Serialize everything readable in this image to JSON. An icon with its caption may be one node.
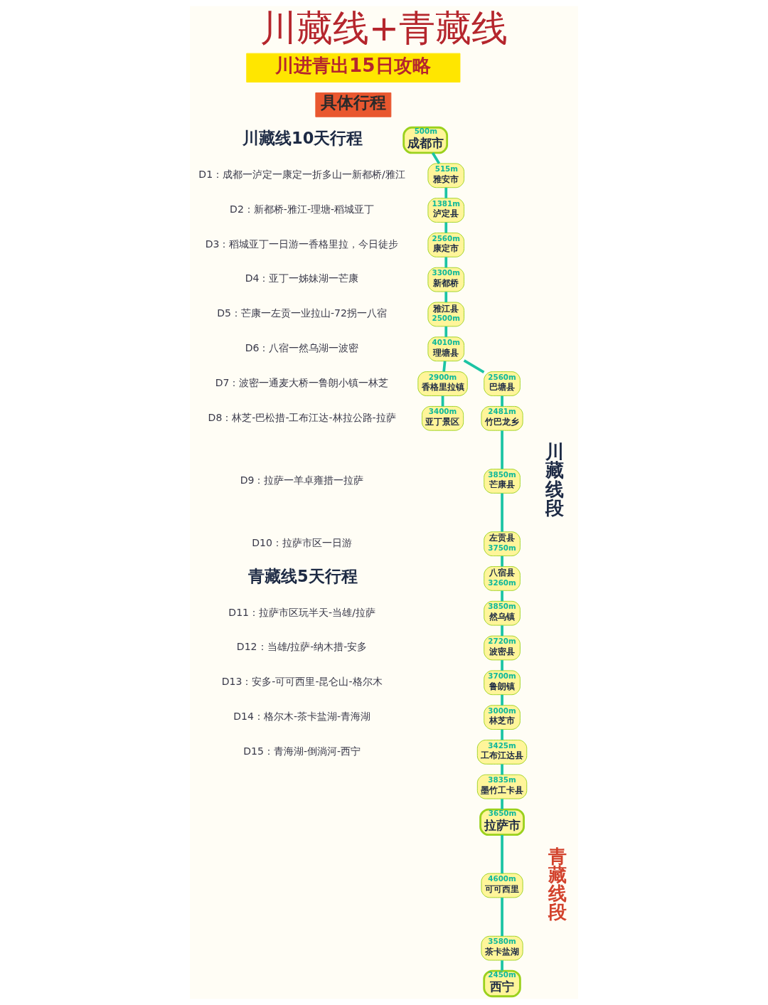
{
  "diagram": {
    "title": "川藏线+青藏线",
    "nodes": [
      {
        "text": [
          "500m",
          "成都市"
        ]
      },
      {
        "text": [
          "515m",
          "雅安市"
        ]
      },
      {
        "text": [
          "1381m",
          "泸定县"
        ]
      },
      {
        "text": [
          "2560m",
          "康定市"
        ]
      },
      {
        "text": [
          "3300m",
          "新都桥"
        ]
      },
      {
        "text": [
          "雅江县",
          "2500m"
        ]
      },
      {
        "text": [
          "4010m",
          "理塘县"
        ]
      },
      {
        "text": [
          "2900m",
          "香格里拉镇"
        ]
      },
      {
        "text": [
          "3400m",
          "亚丁景区"
        ]
      },
      {
        "text": [
          "2560m",
          "巴塘县"
        ]
      },
      {
        "text": [
          "2481m",
          "竹巴龙乡"
        ]
      },
      {
        "text": [
          "3850m",
          "芒康县"
        ]
      },
      {
        "text": [
          "左贡县",
          "3750m"
        ]
      },
      {
        "text": [
          "八宿县",
          "3260m"
        ]
      },
      {
        "text": [
          "3850m",
          "然乌镇"
        ]
      },
      {
        "text": [
          "2720m",
          "波密县"
        ]
      },
      {
        "text": [
          "3700m",
          "鲁朗镇"
        ]
      },
      {
        "text": [
          "3000m",
          "林芝市"
        ]
      },
      {
        "text": [
          "3425m",
          "工布江达县"
        ]
      },
      {
        "text": [
          "3835m",
          "墨竹工卡县"
        ]
      },
      {
        "text": [
          "3650m",
          "拉萨市"
        ]
      },
      {
        "text": [
          "4600m",
          "可可西里"
        ]
      },
      {
        "text": [
          "3580m",
          "茶卡盐湖"
        ]
      },
      {
        "text": [
          "2450m",
          "西宁"
        ]
      }
    ],
    "edges": [
      {
        "from": 0,
        "to": 1,
        "arrow": "none"
      },
      {
        "from": 1,
        "to": 2,
        "arrow": "none"
      },
      {
        "from": 2,
        "to": 3,
        "arrow": "none"
      },
      {
        "from": 3,
        "to": 4,
        "arrow": "none"
      },
      {
        "from": 4,
        "to": 5,
        "arrow": "none"
      },
      {
        "from": 5,
        "to": 6,
        "arrow": "none"
      },
      {
        "from": 6,
        "to": 7,
        "arrow": "none"
      },
      {
        "from": 7,
        "to": 8,
        "arrow": "none"
      },
      {
        "from": 6,
        "to": 9,
        "arrow": "none"
      },
      {
        "from": 9,
        "to": 10,
        "arrow": "none"
      },
      {
        "from": 10,
        "to": 11,
        "arrow": "none"
      },
      {
        "from": 11,
        "to": 12,
        "arrow": "none"
      },
      {
        "from": 12,
        "to": 13,
        "arrow": "none"
      },
      {
        "from": 13,
        "to": 14,
        "arrow": "none"
      },
      {
        "from": 14,
        "to": 15,
        "arrow": "none"
      },
      {
        "from": 15,
        "to": 16,
        "arrow": "none"
      },
      {
        "from": 16,
        "to": 17,
        "arrow": "none"
      },
      {
        "from": 17,
        "to": 18,
        "arrow": "none"
      },
      {
        "from": 18,
        "to": 19,
        "arrow": "none"
      },
      {
        "from": 19,
        "to": 20,
        "arrow": "none"
      },
      {
        "from": 20,
        "to": 21,
        "arrow": "none"
      },
      {
        "from": 21,
        "to": 22,
        "arrow": "none"
      },
      {
        "from": 22,
        "to": 23,
        "arrow": "none"
      }
    ],
    "labels": [
      "川进青出15日攻略",
      "具体行程",
      "川藏线10天行程",
      "D1：成都一泸定一康定一折多山一新都桥/雅江",
      "D2：新都桥-雅江-理塘-稻城亚丁",
      "D3：稻城亚丁一日游一香格里拉，今日徒步",
      "D4：亚丁一姊妹湖一芒康",
      "D5：芒康一左贡一业拉山-72拐一八宿",
      "D6：八宿一然乌湖一波密",
      "D7：波密一通麦大桥一鲁朗小镇一林芝",
      "D8：林芝-巴松措-工布江达-林拉公路-拉萨",
      "D9：拉萨一羊卓雍措一拉萨",
      "D10：拉萨市区一日游",
      "青藏线5天行程",
      "D11：拉萨市区玩半天-当雄/拉萨",
      "D12：当雄/拉萨-纳木措-安多",
      "D13：安多-可可西里-昆仑山-格尔木",
      "D14：格尔木-茶卡盐湖-青海湖",
      "D15：青海湖-倒淌河-西宁",
      "川藏线段",
      "青藏线段"
    ]
  }
}
